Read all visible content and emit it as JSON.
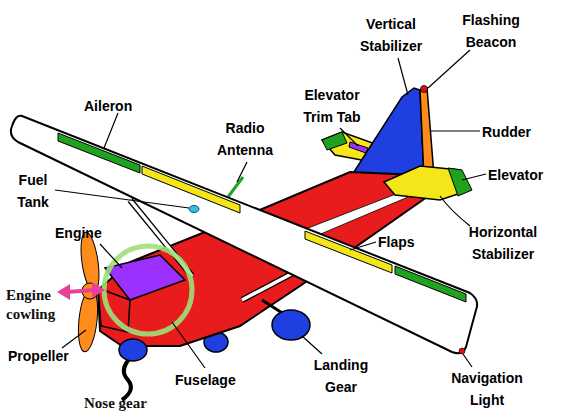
{
  "diagram": {
    "labels": [
      "Aileron",
      "Radio Antenna",
      "Elevator Trim Tab",
      "Vertical Stabilizer",
      "Flashing Beacon",
      "Rudder",
      "Elevator",
      "Fuel Tank",
      "Engine",
      "Horizontal Stabilizer",
      "Flaps",
      "Engine cowling",
      "Propeller",
      "Fuselage",
      "Landing Gear",
      "Navigation Light",
      "Nose gear"
    ]
  }
}
